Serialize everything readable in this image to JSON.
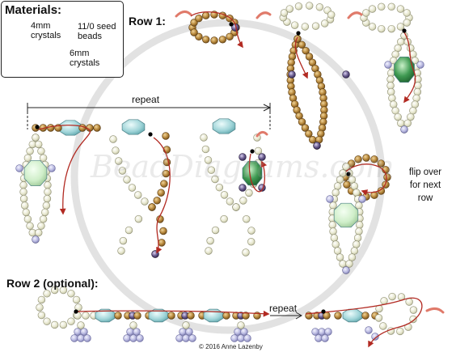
{
  "legend": {
    "title": "Materials:",
    "crystal_4mm": "4mm crystals",
    "crystal_4mm_line1": "4mm",
    "crystal_4mm_line2": "crystals",
    "seed_line1": "11/0 seed",
    "seed_line2": "beads",
    "crystal_6mm_line1": "6mm",
    "crystal_6mm_line2": "crystals"
  },
  "labels": {
    "row1": "Row 1:",
    "repeat_top": "repeat",
    "flip_line1": "flip over",
    "flip_line2": "for next",
    "flip_line3": "row",
    "row2": "Row 2 (optional):",
    "repeat_bottom": "repeat",
    "copyright": "© 2016 Anne Lazenby"
  },
  "watermark": "BeadDiagrams.com",
  "colors": {
    "seed_bead": "#e6e6cc",
    "gold_bead": "#b98a3e",
    "purple_bead": "#6a5c8e",
    "lavender_bead": "#b8b8e0",
    "crystal_4mm": "#9fd4d8",
    "crystal_6mm": "#3f9a52",
    "thread": "#b22a22",
    "needle": "#e07a6a"
  }
}
